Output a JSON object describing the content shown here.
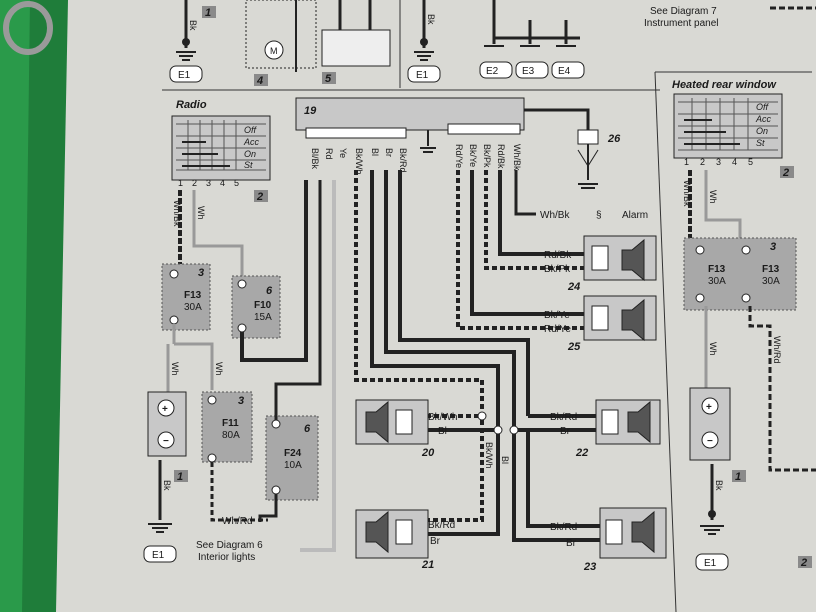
{
  "top_strip": {
    "left_wire": "Bk",
    "left_ref": "1",
    "mid_ref_a": "4",
    "mid_ref_b": "5",
    "mid_wire": "Bk",
    "earth_left": "E1",
    "earth_mid": "E1",
    "earths_right": [
      "E2",
      "E3",
      "E4"
    ],
    "see_diagram_line1": "See Diagram 7",
    "see_diagram_line2": "Instrument panel"
  },
  "radio_section": {
    "title": "Radio",
    "switch_positions": [
      "Off",
      "Acc",
      "On",
      "St"
    ],
    "switch_terminals": [
      "1",
      "2",
      "3",
      "4",
      "5"
    ],
    "switch_ref": "2",
    "radio_unit_ref": "19",
    "aerial_ref": "26",
    "alarm_wire": "Wh/Bk",
    "alarm_label": "Alarm",
    "unit_wires": [
      "Bl/Bk",
      "Rd",
      "Ye",
      "Bk/Wh",
      "Bl",
      "Br",
      "Bk/Rd",
      "Rd/Ye",
      "Bk/Ye",
      "Bk/Pk",
      "Rd/Bk",
      "Wh/Bk"
    ],
    "wire_whbk": "Wh/Bk",
    "wire_wh": "Wh",
    "fuse_f13": {
      "ref": "3",
      "name": "F13",
      "rating": "30A"
    },
    "fuse_f10": {
      "ref": "6",
      "name": "F10",
      "rating": "15A"
    },
    "fuse_f11": {
      "ref": "3",
      "name": "F11",
      "rating": "80A"
    },
    "fuse_f24": {
      "ref": "6",
      "name": "F24",
      "rating": "10A"
    },
    "battery_ref": "1",
    "battery_wire_top": "Wh",
    "battery_wire_top2": "Wh",
    "battery_wire_bottom": "Bk",
    "battery_earth": "E1",
    "f11_out_wire": "Wh/Rd",
    "see_diagram6_line1": "See Diagram 6",
    "see_diagram6_line2": "Interior lights",
    "speakers": [
      {
        "ref": "24",
        "wire_a": "Rd/Bk",
        "wire_b": "Bk/Pk"
      },
      {
        "ref": "25",
        "wire_a": "Bk/Ye",
        "wire_b": "Rd/Ye"
      },
      {
        "ref": "20",
        "wire_a": "Bk/Wh",
        "wire_b": "Bl"
      },
      {
        "ref": "22",
        "wire_a": "Bk/Rd",
        "wire_b": "Br"
      },
      {
        "ref": "21",
        "wire_a": "Bk/Rd",
        "wire_b": "Br"
      },
      {
        "ref": "23",
        "wire_a": "Bk/Rd",
        "wire_b": "Br"
      }
    ],
    "mid_wire_bkwh": "Bk/Wh",
    "mid_wire_bl": "Bl"
  },
  "heated_rear_window": {
    "title": "Heated rear window",
    "switch_positions": [
      "Off",
      "Acc",
      "On",
      "St"
    ],
    "switch_terminals": [
      "1",
      "2",
      "3",
      "4",
      "5"
    ],
    "switch_ref": "2",
    "wire_whbk": "Wh/Bk",
    "wire_wh": "Wh",
    "fuse_left": {
      "ref": "3",
      "name": "F13",
      "rating": "30A"
    },
    "fuse_right": {
      "name": "F13",
      "rating": "30A"
    },
    "wire_wh_below": "Wh",
    "wire_whrd": "Wh/Rd",
    "battery_ref": "1",
    "battery_wire_bottom": "Bk",
    "battery_earth": "E1",
    "right_ref": "2"
  }
}
